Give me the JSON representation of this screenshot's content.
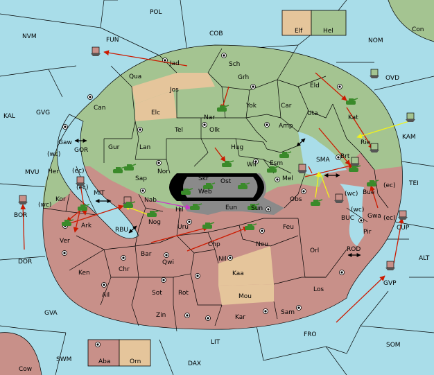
{
  "colors": {
    "sea": "#a9dde9",
    "green_power": "#a4c491",
    "red_power": "#c89089",
    "neutral": "#e5c59b",
    "impassable": "#8a8a8a",
    "move_order": "#cc1a00",
    "support_order": "#f2f21a",
    "convoy_order": "#cc33cc"
  },
  "sea_labels": [
    {
      "id": "POL",
      "text": "POL"
    },
    {
      "id": "NVM",
      "text": "NVM"
    },
    {
      "id": "FUN",
      "text": "FUN"
    },
    {
      "id": "COB",
      "text": "COB"
    },
    {
      "id": "NOM",
      "text": "NOM"
    },
    {
      "id": "Con",
      "text": "Con"
    },
    {
      "id": "OVD",
      "text": "OVD"
    },
    {
      "id": "KAL",
      "text": "KAL"
    },
    {
      "id": "GVG",
      "text": "GVG"
    },
    {
      "id": "GOR",
      "text": "GOR"
    },
    {
      "id": "KAM",
      "text": "KAM"
    },
    {
      "id": "SMA",
      "text": "SMA"
    },
    {
      "id": "MVU",
      "text": "MVU"
    },
    {
      "id": "MIT",
      "text": "MIT"
    },
    {
      "id": "TEI",
      "text": "TEI"
    },
    {
      "id": "BOR",
      "text": "BOR"
    },
    {
      "id": "RBU",
      "text": "RBU"
    },
    {
      "id": "BUC",
      "text": "BUC"
    },
    {
      "id": "DOR",
      "text": "DOR"
    },
    {
      "id": "ROD",
      "text": "ROD"
    },
    {
      "id": "ALT",
      "text": "ALT"
    },
    {
      "id": "GVP",
      "text": "GVP"
    },
    {
      "id": "GVA",
      "text": "GVA"
    },
    {
      "id": "FRO",
      "text": "FRO"
    },
    {
      "id": "SOM",
      "text": "SOM"
    },
    {
      "id": "LIT",
      "text": "LIT"
    },
    {
      "id": "SWM",
      "text": "SWM"
    },
    {
      "id": "DAX",
      "text": "DAX"
    },
    {
      "id": "Cow",
      "text": "Cow"
    },
    {
      "id": "CUP",
      "text": "CUP"
    }
  ],
  "land_labels": [
    {
      "id": "Jad",
      "text": "Jad"
    },
    {
      "id": "Sch",
      "text": "Sch"
    },
    {
      "id": "Qua",
      "text": "Qua"
    },
    {
      "id": "Jos",
      "text": "Jos"
    },
    {
      "id": "Grh",
      "text": "Grh"
    },
    {
      "id": "Eld",
      "text": "Eld"
    },
    {
      "id": "Can",
      "text": "Can"
    },
    {
      "id": "Elc",
      "text": "Elc"
    },
    {
      "id": "Nar",
      "text": "Nar"
    },
    {
      "id": "Yok",
      "text": "Yok"
    },
    {
      "id": "Car",
      "text": "Car"
    },
    {
      "id": "Kat",
      "text": "Kat"
    },
    {
      "id": "Uta",
      "text": "Uta"
    },
    {
      "id": "Tel",
      "text": "Tel"
    },
    {
      "id": "Olk",
      "text": "Olk"
    },
    {
      "id": "Amp",
      "text": "Amp"
    },
    {
      "id": "Gaw",
      "text": "Gaw"
    },
    {
      "id": "Gur",
      "text": "Gur"
    },
    {
      "id": "Lan",
      "text": "Lan"
    },
    {
      "id": "Hug",
      "text": "Hug"
    },
    {
      "id": "Rie",
      "text": "Rie"
    },
    {
      "id": "Brt",
      "text": "Brt"
    },
    {
      "id": "Her",
      "text": "Her"
    },
    {
      "id": "Esm",
      "text": "Esm"
    },
    {
      "id": "Wil",
      "text": "Wil"
    },
    {
      "id": "Sap",
      "text": "Sap"
    },
    {
      "id": "Nor",
      "text": "Nor"
    },
    {
      "id": "Skr",
      "text": "Skr"
    },
    {
      "id": "Ost",
      "text": "Ost"
    },
    {
      "id": "Mel",
      "text": "Mel"
    },
    {
      "id": "Web",
      "text": "Web"
    },
    {
      "id": "Kor",
      "text": "Kor"
    },
    {
      "id": "Nab",
      "text": "Nab"
    },
    {
      "id": "Hil",
      "text": "Hil"
    },
    {
      "id": "Eun",
      "text": "Eun"
    },
    {
      "id": "Sun",
      "text": "Sun"
    },
    {
      "id": "Obs",
      "text": "Obs"
    },
    {
      "id": "Bue",
      "text": "Bue"
    },
    {
      "id": "Gwa",
      "text": "Gwa"
    },
    {
      "id": "Ark",
      "text": "Ark"
    },
    {
      "id": "Nog",
      "text": "Nog"
    },
    {
      "id": "Uru",
      "text": "Uru"
    },
    {
      "id": "Feu",
      "text": "Feu"
    },
    {
      "id": "Ver",
      "text": "Ver"
    },
    {
      "id": "Pir",
      "text": "Pir"
    },
    {
      "id": "Chp",
      "text": "Chp"
    },
    {
      "id": "Neu",
      "text": "Neu"
    },
    {
      "id": "Bar",
      "text": "Bar"
    },
    {
      "id": "Qwi",
      "text": "Qwi"
    },
    {
      "id": "Orl",
      "text": "Orl"
    },
    {
      "id": "Nil",
      "text": "Nil"
    },
    {
      "id": "Ken",
      "text": "Ken"
    },
    {
      "id": "Chr",
      "text": "Chr"
    },
    {
      "id": "Kaa",
      "text": "Kaa"
    },
    {
      "id": "Ail",
      "text": "Ail"
    },
    {
      "id": "Sot",
      "text": "Sot"
    },
    {
      "id": "Rot",
      "text": "Rot"
    },
    {
      "id": "Mou",
      "text": "Mou"
    },
    {
      "id": "Los",
      "text": "Los"
    },
    {
      "id": "Sam",
      "text": "Sam"
    },
    {
      "id": "Zin",
      "text": "Zin"
    },
    {
      "id": "Kar",
      "text": "Kar"
    },
    {
      "id": "Elf",
      "text": "Elf"
    },
    {
      "id": "Hel",
      "text": "Hel"
    },
    {
      "id": "Aba",
      "text": "Aba"
    },
    {
      "id": "Orn",
      "text": "Orn"
    }
  ],
  "coast_labels": [
    {
      "id": "her_wc",
      "text": "(wc)"
    },
    {
      "id": "her_ec",
      "text": "(ec)"
    },
    {
      "id": "kor_wc",
      "text": "(wc)"
    },
    {
      "id": "kor_ec",
      "text": "(ec)"
    },
    {
      "id": "bue_wc",
      "text": "(wc)"
    },
    {
      "id": "bue_ec",
      "text": "(ec)"
    },
    {
      "id": "gwa_wc",
      "text": "(wc)"
    },
    {
      "id": "gwa_ec",
      "text": "(ec)"
    }
  ]
}
